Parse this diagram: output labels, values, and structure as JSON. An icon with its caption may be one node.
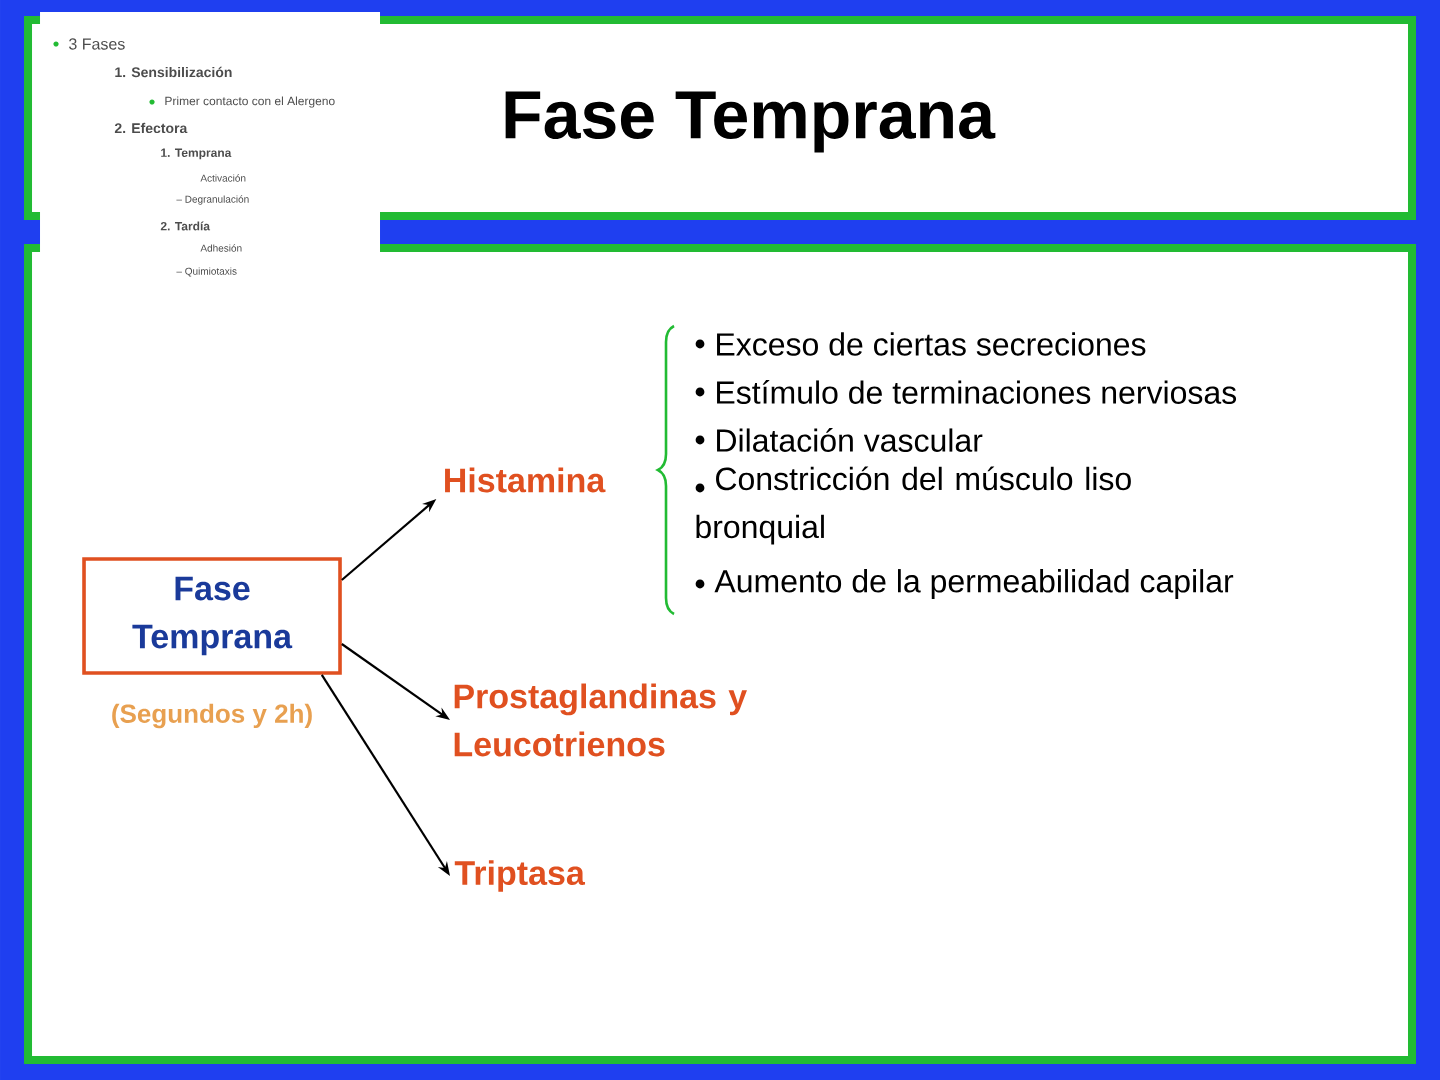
{
  "diagram": {
    "title": "Fase Temprana",
    "nodes": [
      {
        "text": [
          "Fase Temprana"
        ],
        "beside": [
          "(Segundos y 2h)"
        ]
      },
      {
        "text": [
          "Histamina"
        ]
      },
      {
        "text": [
          "Prostaglandinas y Leucotrienos"
        ]
      },
      {
        "text": [
          "Triptasa"
        ]
      }
    ],
    "edges": [
      {
        "from": 0,
        "to": 1,
        "arrow": "to"
      },
      {
        "from": 0,
        "to": 2,
        "arrow": "to"
      },
      {
        "from": 0,
        "to": 3,
        "arrow": "to"
      }
    ],
    "labels": [
      "3 Fases",
      "1. Sensibilización",
      "Primer contacto con el Alergeno",
      "2. Efectora",
      "1. Temprana",
      "Activación",
      "– Degranulación",
      "2. Tardía",
      "Adhesión",
      "– Quimiotaxis",
      "Exceso de ciertas secreciones",
      "Estímulo de terminaciones nerviosas",
      "Dilatación vascular",
      "Constricción del músculo liso bronquial",
      "Aumento de la permeabilidad capilar"
    ]
  }
}
